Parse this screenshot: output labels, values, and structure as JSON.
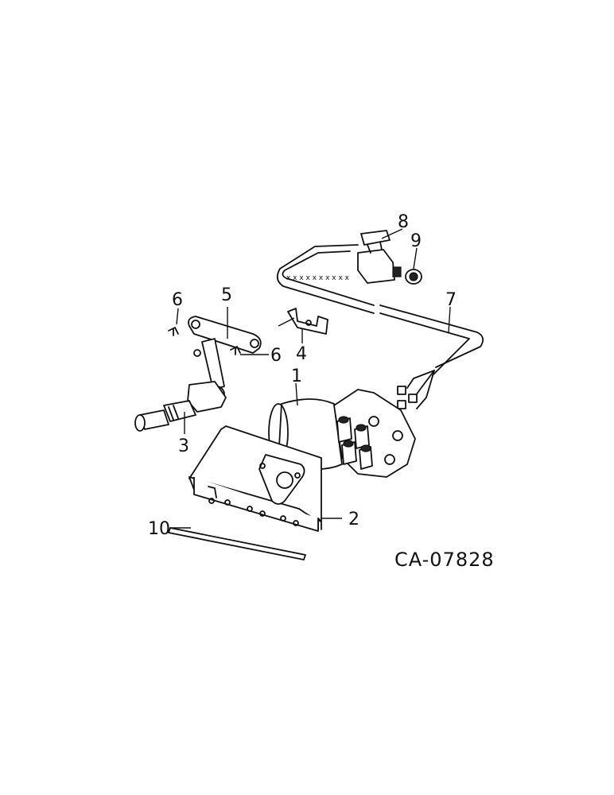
{
  "callouts": {
    "c1": "1",
    "c2": "2",
    "c3": "3",
    "c4": "4",
    "c5": "5",
    "c6a": "6",
    "c6b": "6",
    "c7": "7",
    "c8": "8",
    "c9": "9",
    "c10": "10"
  },
  "drawing_ref": "CA-07828"
}
